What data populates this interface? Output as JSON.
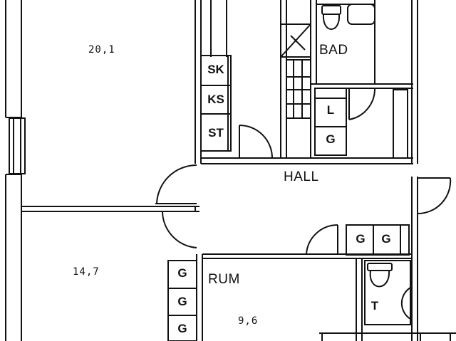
{
  "rooms": {
    "room_top_left_area": "20,1",
    "room_bottom_left_area": "14,7",
    "rum_name": "RUM",
    "rum_area": "9,6",
    "hall_name": "HALL",
    "bad_name": "BAD"
  },
  "cabinets": {
    "sk": "SK",
    "ks": "KS",
    "st": "ST",
    "l": "L",
    "g_bath": "G",
    "g_hall_1": "G",
    "g_hall_2": "G",
    "g_left_1": "G",
    "g_left_2": "G",
    "g_left_3": "G",
    "t": "T"
  },
  "colors": {
    "ink": "#111111",
    "paper": "#ffffff"
  }
}
